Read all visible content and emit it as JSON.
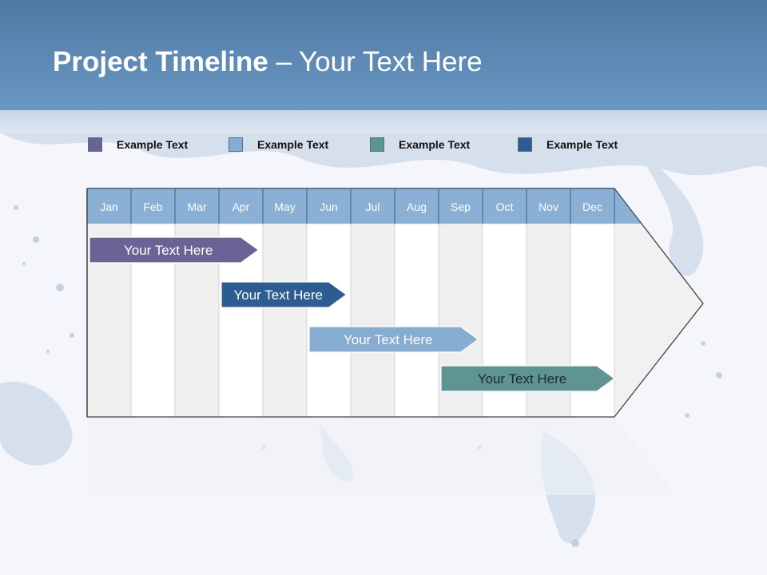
{
  "title": {
    "bold": "Project Timeline",
    "rest": " – Your Text Here"
  },
  "legend": [
    {
      "label": "Example Text",
      "color": "#6a6496"
    },
    {
      "label": "Example Text",
      "color": "#86acd2"
    },
    {
      "label": "Example Text",
      "color": "#5e9491"
    },
    {
      "label": "Example Text",
      "color": "#2c5c91"
    }
  ],
  "chart_data": {
    "type": "gantt",
    "months": [
      "Jan",
      "Feb",
      "Mar",
      "Apr",
      "May",
      "Jun",
      "Jul",
      "Aug",
      "Sep",
      "Oct",
      "Nov",
      "Dec"
    ],
    "tasks": [
      {
        "label": "Your  Text Here",
        "start": 0,
        "end": 3.9,
        "color": "#6a6496"
      },
      {
        "label": "Your  Text Here",
        "start": 3,
        "end": 5.9,
        "color": "#2c5c91"
      },
      {
        "label": "Your  Text Here",
        "start": 5,
        "end": 8.9,
        "color": "#86acd2"
      },
      {
        "label": "Your  Text Here",
        "start": 8,
        "end": 12,
        "color": "#5e9491"
      }
    ]
  }
}
